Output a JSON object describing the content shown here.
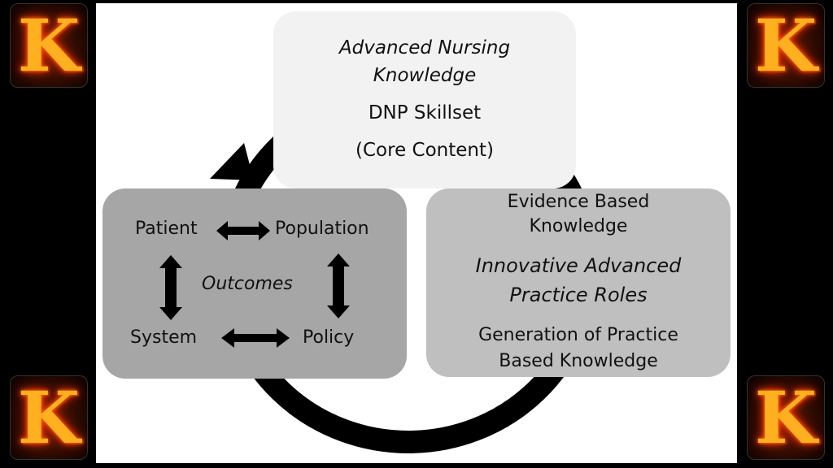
{
  "diagram": {
    "top_box": {
      "title_line1": "Advanced Nursing",
      "title_line2": "Knowledge",
      "subtitle": "DNP Skillset",
      "note": "(Core Content)"
    },
    "left_box": {
      "top_left": "Patient",
      "top_right": "Population",
      "center": "Outcomes",
      "bottom_left": "System",
      "bottom_right": "Policy"
    },
    "right_box": {
      "line1": "Evidence Based",
      "line2": "Knowledge",
      "title_line1": "Innovative Advanced",
      "title_line2": "Practice Roles",
      "line3": "Generation of Practice",
      "line4": "Based Knowledge"
    },
    "colors": {
      "top_box": "#f2f2f2",
      "left_box": "#a6a6a6",
      "right_box": "#bfbfbf",
      "arrows": "#000000",
      "frame": "#000000"
    },
    "logos": [
      "K",
      "K",
      "K",
      "K"
    ]
  }
}
